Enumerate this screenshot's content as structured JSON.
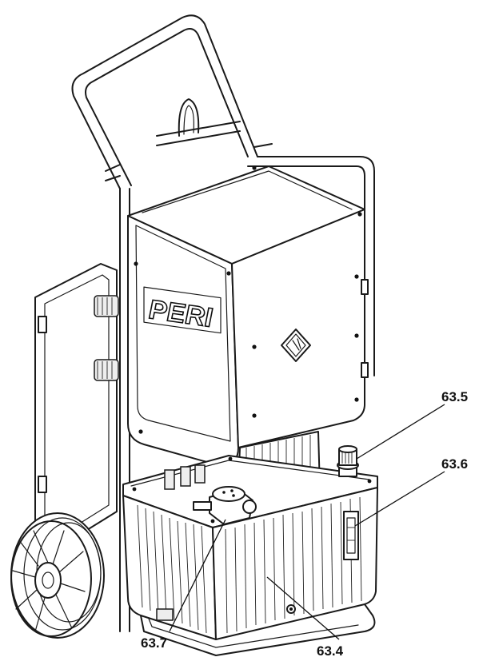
{
  "callouts": [
    {
      "id": "63.5",
      "label": "63.5"
    },
    {
      "id": "63.6",
      "label": "63.6"
    },
    {
      "id": "63.7",
      "label": "63.7"
    },
    {
      "id": "63.4",
      "label": "63.4"
    }
  ],
  "logo": {
    "text": "PERI"
  },
  "icons": [
    "peri-logo-icon",
    "manufacturer-emblem-icon",
    "wheel-icon"
  ]
}
